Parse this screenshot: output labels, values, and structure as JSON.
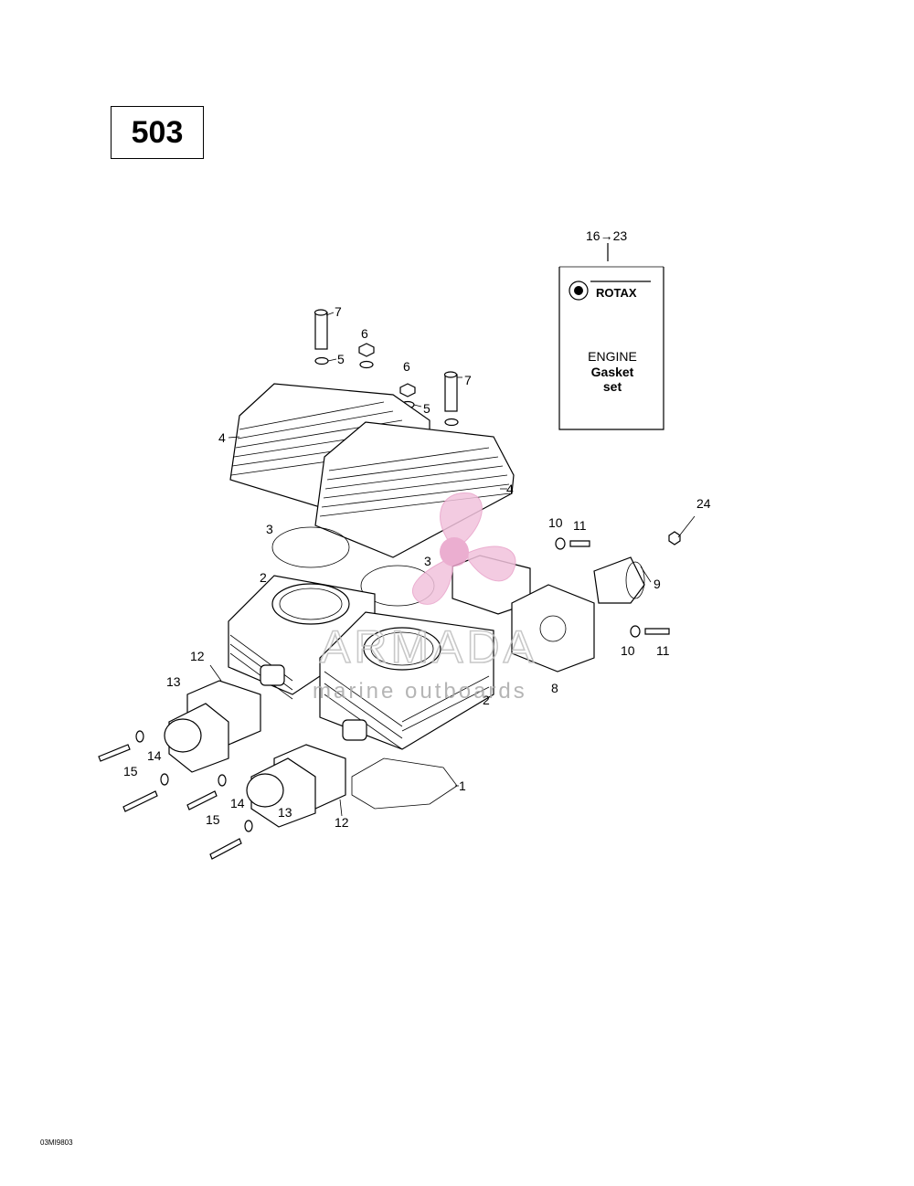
{
  "model_number": "503",
  "document_code": "03MI9803",
  "gasket_kit": {
    "callout": "16→23",
    "brand": "ROTAX",
    "line1": "ENGINE",
    "line2": "Gasket",
    "line3": "set"
  },
  "watermark": {
    "brand": "ARMADA",
    "tagline": "marine outboards"
  },
  "callouts": {
    "c1": "1",
    "c2a": "2",
    "c2b": "2",
    "c3a": "3",
    "c3b": "3",
    "c4a": "4",
    "c4b": "4",
    "c5a": "5",
    "c5b": "5",
    "c6a": "6",
    "c6b": "6",
    "c7a": "7",
    "c7b": "7",
    "c8": "8",
    "c9": "9",
    "c10a": "10",
    "c10b": "10",
    "c11a": "11",
    "c11b": "11",
    "c12a": "12",
    "c12b": "12",
    "c13a": "13",
    "c13b": "13",
    "c14a": "14",
    "c14b": "14",
    "c15a": "15",
    "c15b": "15",
    "c24": "24"
  },
  "colors": {
    "line": "#000000",
    "watermark_logo": "#e8a0c8",
    "watermark_text": "#b0b0b0"
  }
}
